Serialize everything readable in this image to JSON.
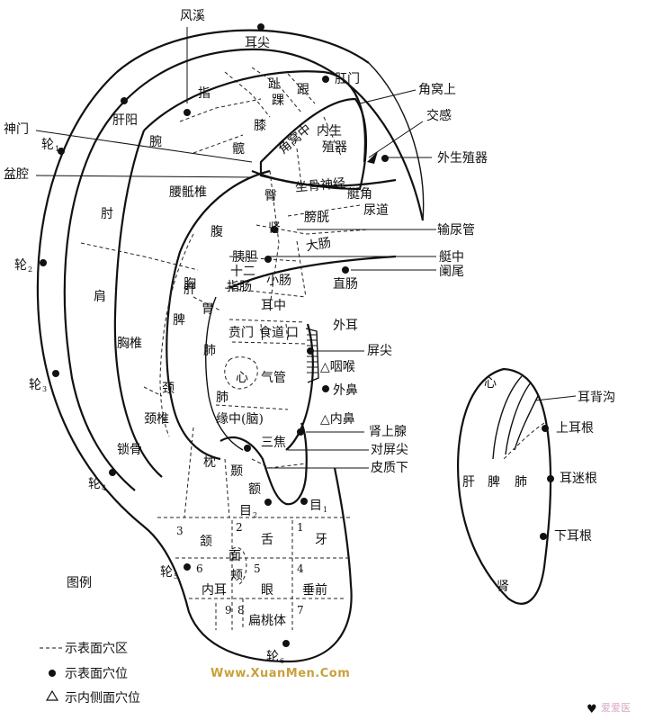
{
  "labels": {
    "fengxi": "风溪",
    "erjian": "耳尖",
    "gangmen": "肛门",
    "jiaowoshang": "角窝上",
    "jiaogan": "交感",
    "waishengzhiqi": "外生殖器",
    "shenmen": "神门",
    "penqiang": "盆腔",
    "ganyang": "肝阳",
    "lun1": "轮",
    "lun2": "轮",
    "lun3": "轮",
    "lun4": "轮",
    "lun5": "轮",
    "lun6": "轮",
    "zhi_toe": "趾",
    "gen": "跟",
    "huai": "踝",
    "zhi_finger": "指",
    "xi": "膝",
    "neishengzhiqi": "内生殖器",
    "jiaowozhong": "角窝中",
    "wan": "腕",
    "kuan": "髋",
    "zuogushenjing": "坐骨神经",
    "yaodizhui": "腰骶椎",
    "tun": "臀",
    "tingjiao": "艇角",
    "niaodao": "尿道",
    "shuniaoguan": "输尿管",
    "zhou": "肘",
    "fu": "腹",
    "shen": "肾",
    "pangguang": "膀胱",
    "yidan": "胰胆",
    "dachang": "大肠",
    "tingzhong": "艇中",
    "lanwei": "阑尾",
    "shierzhichang": "十二指肠",
    "xiaochang": "小肠",
    "zhichang": "直肠",
    "jian": "肩",
    "xiong": "胸",
    "gan": "肝",
    "wei": "胃",
    "erzhong": "耳中",
    "waier": "外耳",
    "pi": "脾",
    "xiongzhui": "胸椎",
    "benmen": "贲门",
    "shidao": "食道",
    "kou": "口",
    "pingjian": "屏尖",
    "fei1": "肺",
    "yanhou": "△咽喉",
    "xin": "心",
    "qiguan": "气管",
    "waibi": "外鼻",
    "jing": "颈",
    "fei2": "肺",
    "neibi": "△内鼻",
    "jingzhui": "颈椎",
    "yuanzhong": "缘中(脑)",
    "shenshangxian": "肾上腺",
    "sanjiao": "三焦",
    "suogu": "锁骨",
    "duipingjian": "对屏尖",
    "zhen": "枕",
    "nie": "颞",
    "pizhixia": "皮质下",
    "e": "额",
    "mu1": "目",
    "mu2": "目",
    "num3": "3",
    "num2": "2",
    "num1": "1",
    "he": "颔",
    "she": "舌",
    "ya": "牙",
    "num6": "6",
    "mian": "面",
    "num5": "5",
    "num4": "4",
    "neier": "内耳",
    "jia": "颊",
    "yan": "眼",
    "chuiqian": "垂前",
    "num9": "9",
    "num8": "8",
    "num7": "7",
    "biantaoti": "扁桃体",
    "legend": "图例"
  },
  "subscripts": {
    "lun1": "1",
    "lun2": "2",
    "lun3": "3",
    "lun4": "4",
    "lun5": "5",
    "lun6": "6",
    "mu1": "1",
    "mu2": "2"
  },
  "back": {
    "erbeigou": "耳背沟",
    "xin": "心",
    "shangergen": "上耳根",
    "ermigen": "耳迷根",
    "gan": "肝",
    "pi": "脾",
    "fei": "肺",
    "xiaergen": "下耳根",
    "shen": "肾"
  },
  "legend": {
    "zone_text": "示表面穴区",
    "point_text": "示表面穴位",
    "inner_text": "示内侧面穴位"
  },
  "watermark": "Www.XuanMen.Com",
  "brand": "爱爱医",
  "colors": {
    "ink": "#111111",
    "watermark": "#c9a13b",
    "brand": "#d7a9c4"
  }
}
